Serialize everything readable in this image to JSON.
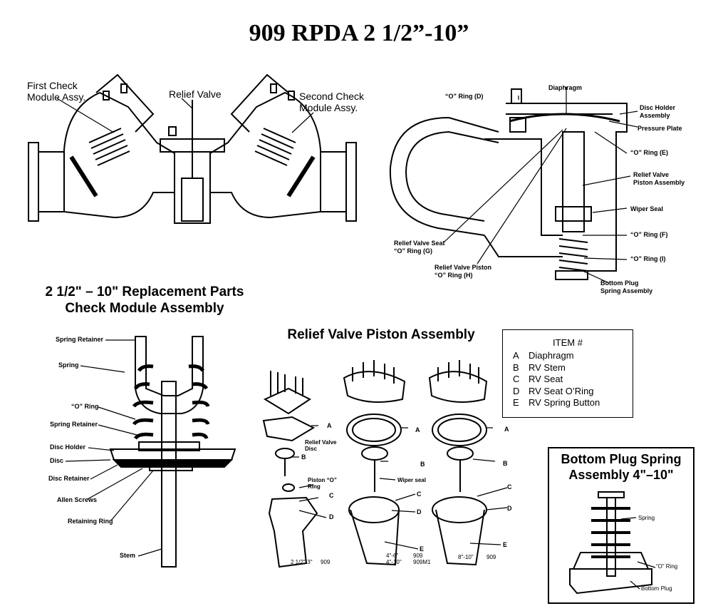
{
  "title": "909 RPDA 2 1/2”-10”",
  "top_diagram": {
    "first_check": "First Check\nModule Assy.",
    "relief_valve": "Relief Valve",
    "second_check": "Second Check\nModule Assy."
  },
  "relief_detail": {
    "o_ring_d": "“O” Ring (D)",
    "diaphragm": "Diaphragm",
    "disc_holder": "Disc Holder\nAssembly",
    "pressure_plate": "Pressure Plate",
    "o_ring_e": "“O” Ring (E)",
    "rv_piston": "Relief Valve\nPiston Assembly",
    "wiper_seal": "Wiper Seal",
    "o_ring_f": "“O” Ring (F)",
    "o_ring_i": "“O” Ring (I)",
    "rv_seat": "Relief Valve Seat\n“O” Ring (G)",
    "rv_piston_o": "Relief Valve Piston\n“O” Ring (H)",
    "bottom_plug": "Bottom Plug\nSpring Assembly"
  },
  "replacement": {
    "heading": "2 1/2\" – 10\" Replacement Parts\nCheck Module Assembly",
    "labels": {
      "spring_retainer_top": "Spring Retainer",
      "spring": "Spring",
      "o_ring": "“O” Ring",
      "spring_retainer": "Spring Retainer",
      "disc_holder": "Disc Holder",
      "disc": "Disc",
      "disc_retainer": "Disc Retainer",
      "allen_screws": "Allen Screws",
      "retaining_ring": "Retaining Ring",
      "stem": "Stem"
    }
  },
  "piston_assembly": {
    "heading": "Relief Valve Piston Assembly",
    "letters": [
      "A",
      "B",
      "C",
      "D",
      "E"
    ],
    "rv_disc": "Relief Valve\nDisc",
    "piston_o_ring": "Piston “O”\nRing",
    "wiper_seal": "Wiper seal",
    "captions": [
      {
        "size": "2 1/2\"-3\"",
        "model": "909"
      },
      {
        "size": "4\"-6\"\n4\"-10\"",
        "model": "909\n909M1"
      },
      {
        "size": "8\"-10\"",
        "model": "909"
      }
    ]
  },
  "items": {
    "title": "ITEM #",
    "rows": [
      {
        "key": "A",
        "value": "Diaphragm"
      },
      {
        "key": "B",
        "value": "RV Stem"
      },
      {
        "key": "C",
        "value": "RV Seat"
      },
      {
        "key": "D",
        "value": "RV Seat O’Ring"
      },
      {
        "key": "E",
        "value": "RV Spring Button"
      }
    ]
  },
  "bottom_plug": {
    "heading": "Bottom Plug Spring\nAssembly 4\"–10\"",
    "spring": "Spring",
    "o_ring": "“O” Ring",
    "bottom_plug": "Bottom Plug"
  }
}
